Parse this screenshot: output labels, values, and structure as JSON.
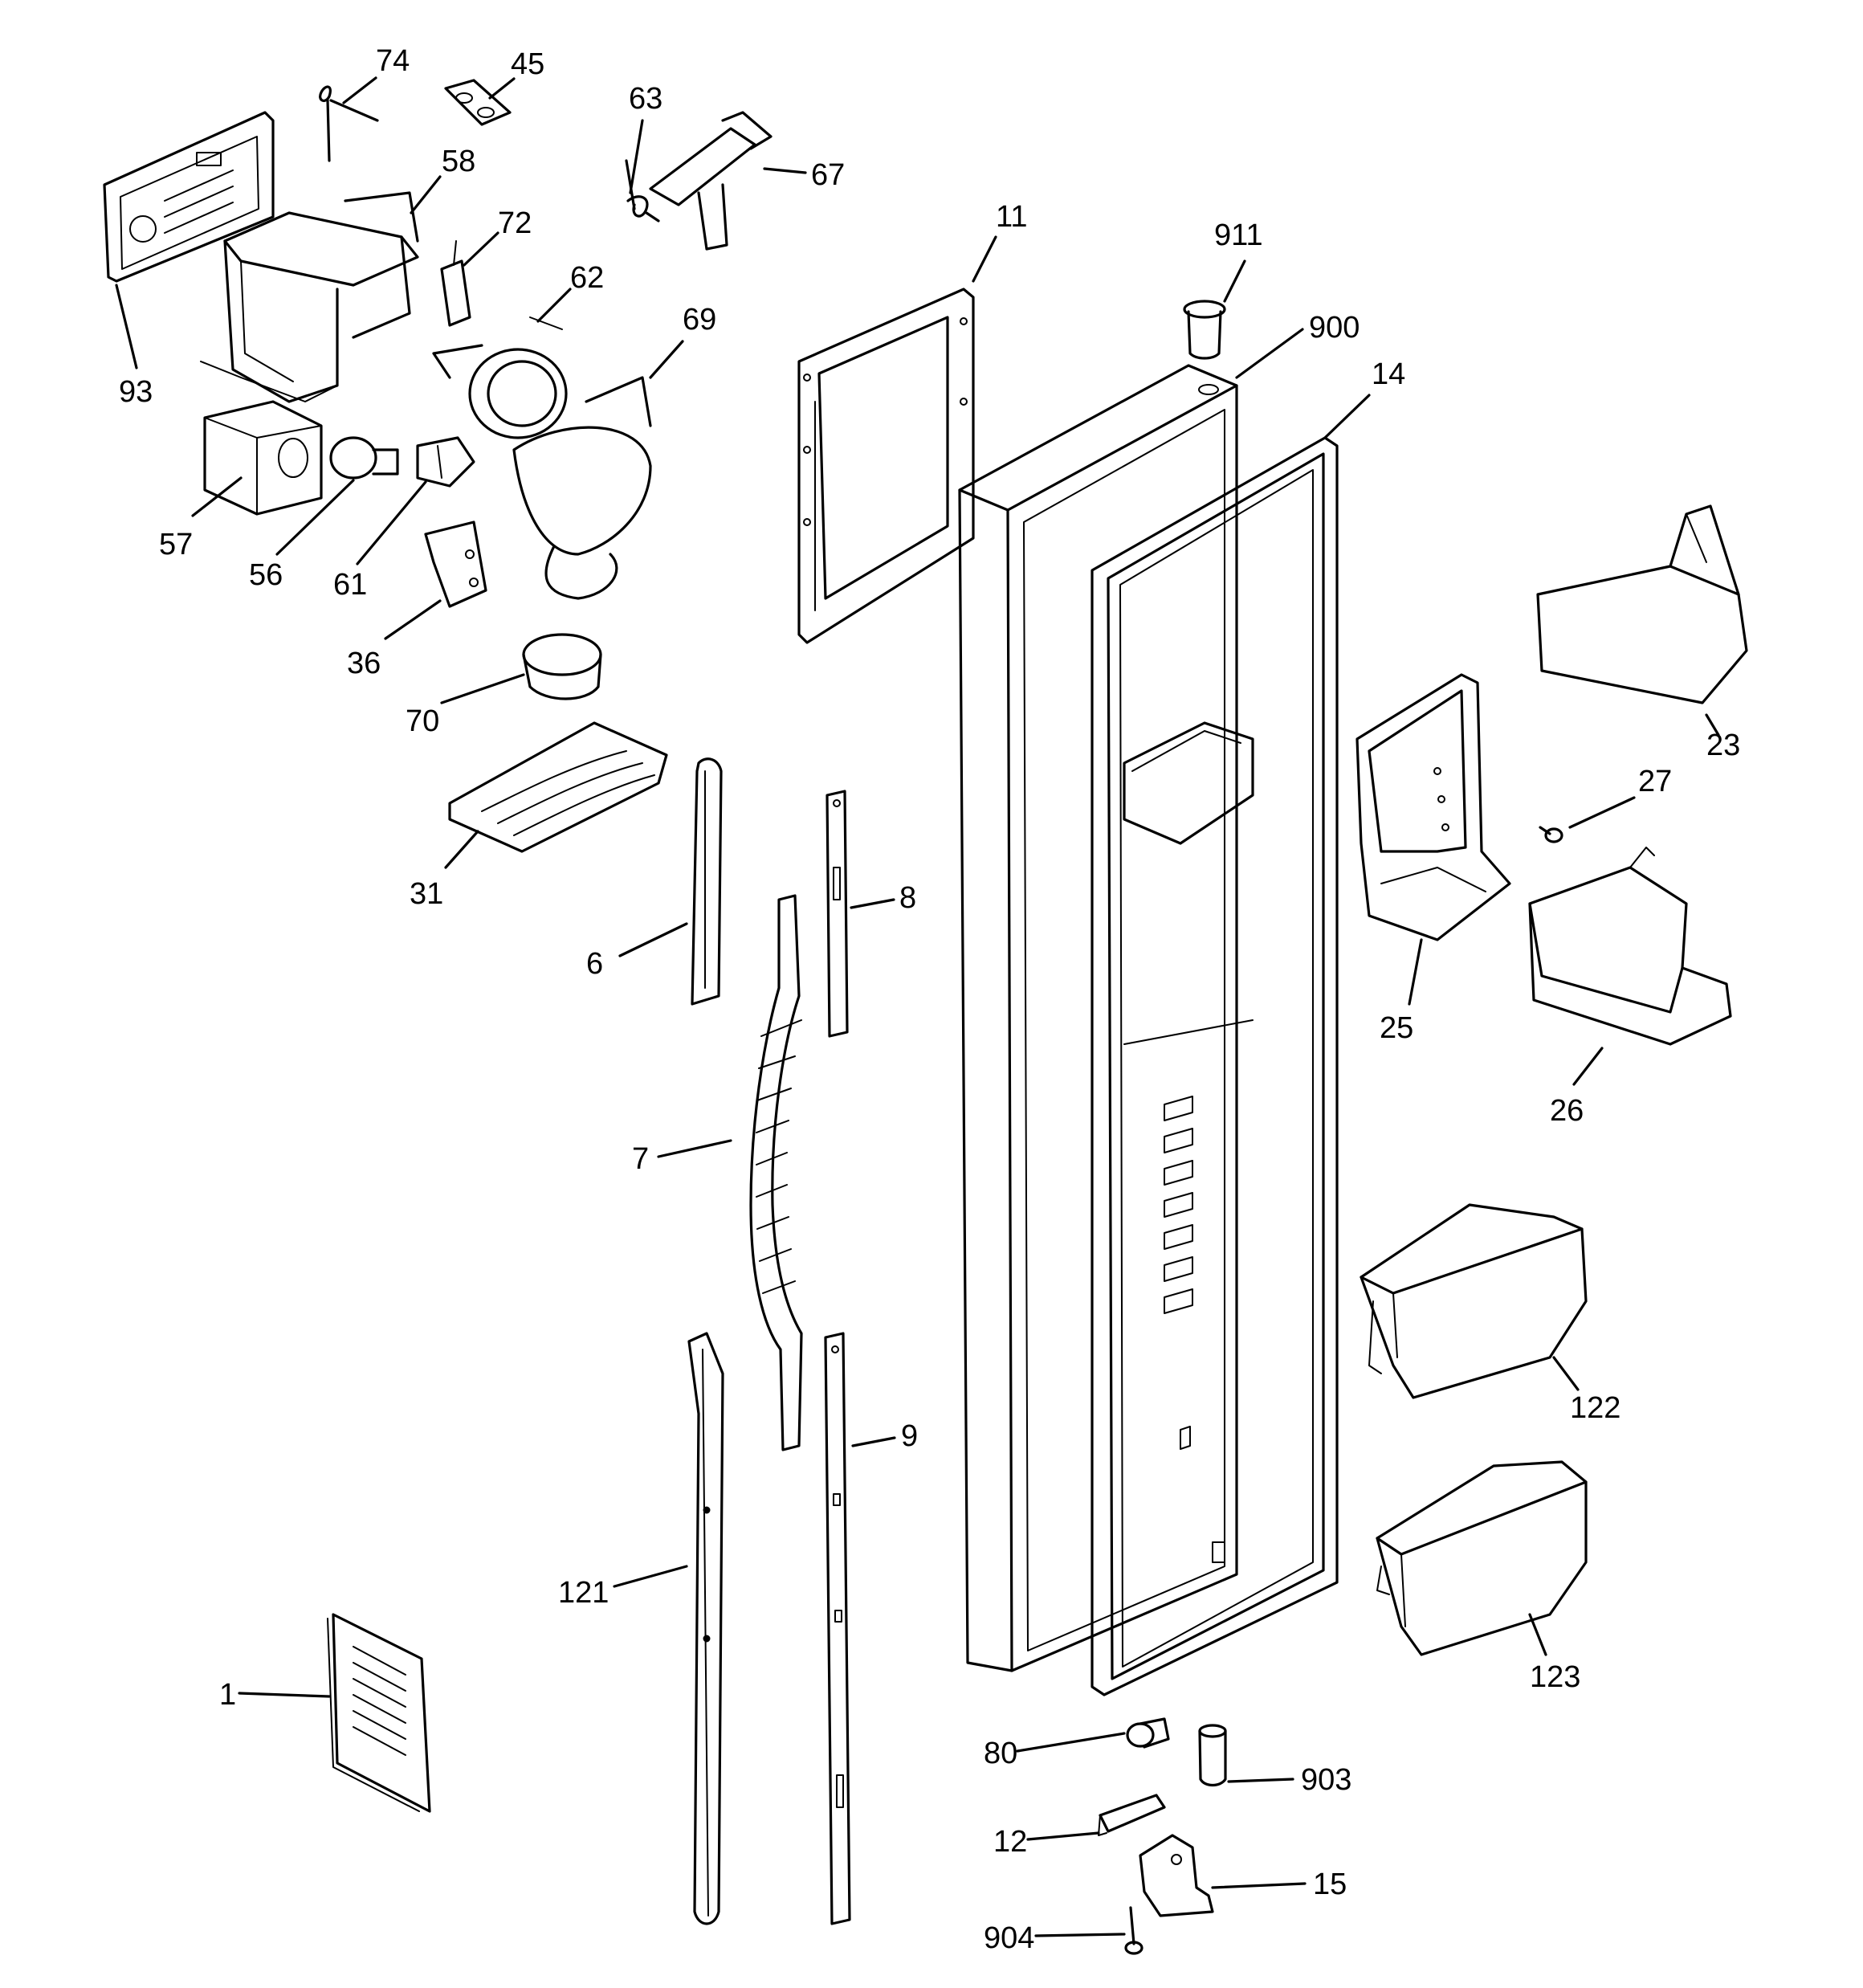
{
  "callouts": [
    {
      "id": "c-74",
      "label": "74"
    },
    {
      "id": "c-45",
      "label": "45"
    },
    {
      "id": "c-63",
      "label": "63"
    },
    {
      "id": "c-67",
      "label": "67"
    },
    {
      "id": "c-58",
      "label": "58"
    },
    {
      "id": "c-72",
      "label": "72"
    },
    {
      "id": "c-62",
      "label": "62"
    },
    {
      "id": "c-69",
      "label": "69"
    },
    {
      "id": "c-93",
      "label": "93"
    },
    {
      "id": "c-57",
      "label": "57"
    },
    {
      "id": "c-56",
      "label": "56"
    },
    {
      "id": "c-61",
      "label": "61"
    },
    {
      "id": "c-36",
      "label": "36"
    },
    {
      "id": "c-70",
      "label": "70"
    },
    {
      "id": "c-31",
      "label": "31"
    },
    {
      "id": "c-11",
      "label": "11"
    },
    {
      "id": "c-911",
      "label": "911"
    },
    {
      "id": "c-900",
      "label": "900"
    },
    {
      "id": "c-14",
      "label": "14"
    },
    {
      "id": "c-23",
      "label": "23"
    },
    {
      "id": "c-27",
      "label": "27"
    },
    {
      "id": "c-25",
      "label": "25"
    },
    {
      "id": "c-26",
      "label": "26"
    },
    {
      "id": "c-6",
      "label": "6"
    },
    {
      "id": "c-8",
      "label": "8"
    },
    {
      "id": "c-7",
      "label": "7"
    },
    {
      "id": "c-9",
      "label": "9"
    },
    {
      "id": "c-121",
      "label": "121"
    },
    {
      "id": "c-1",
      "label": "1"
    },
    {
      "id": "c-122",
      "label": "122"
    },
    {
      "id": "c-123",
      "label": "123"
    },
    {
      "id": "c-80",
      "label": "80"
    },
    {
      "id": "c-903",
      "label": "903"
    },
    {
      "id": "c-12",
      "label": "12"
    },
    {
      "id": "c-15",
      "label": "15"
    },
    {
      "id": "c-904",
      "label": "904"
    }
  ]
}
